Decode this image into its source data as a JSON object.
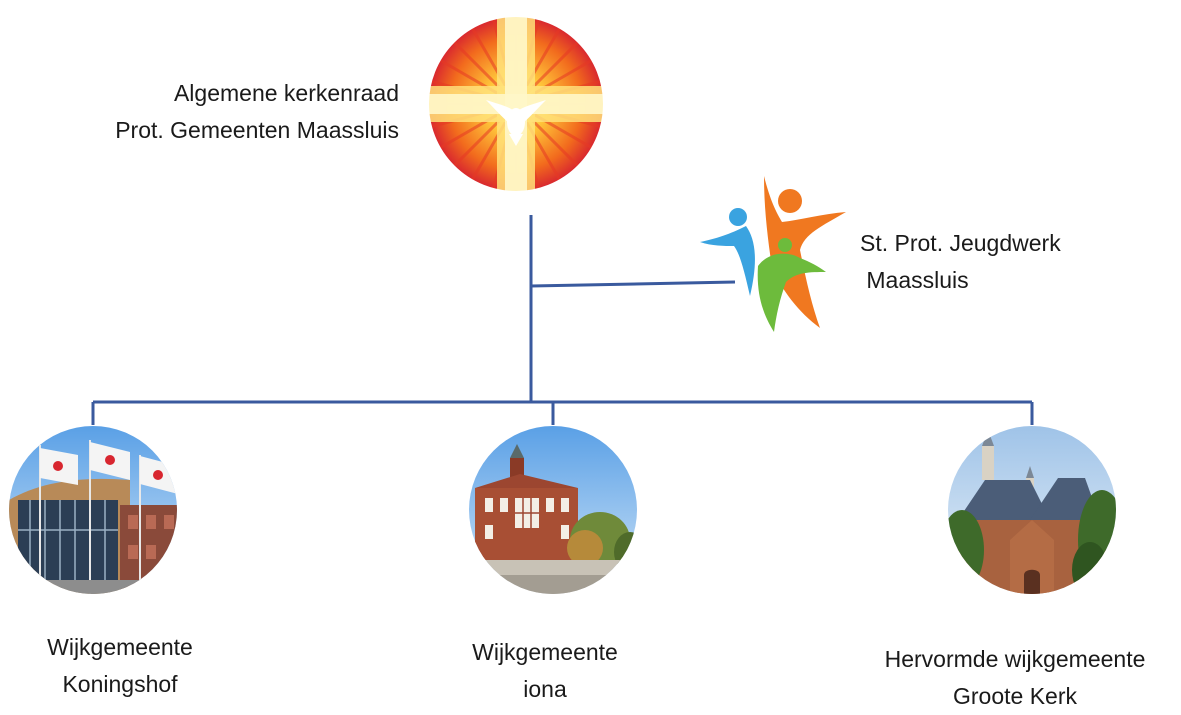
{
  "root": {
    "line1": "Algemene kerkenraad",
    "line2": "Prot. Gemeenten Maassluis",
    "icon": "dove-cross-emblem-icon"
  },
  "side": {
    "line1": "St. Prot. Jeugdwerk",
    "line2": " Maassluis",
    "icon": "youth-figures-logo-icon"
  },
  "children": [
    {
      "line1": "Wijkgemeente",
      "line2": "Koningshof",
      "icon": "koningshof-building-photo"
    },
    {
      "line1": "Wijkgemeente",
      "line2": "iona",
      "icon": "iona-church-photo"
    },
    {
      "line1": "Hervormde wijkgemeente",
      "line2": "Groote Kerk",
      "icon": "groote-kerk-photo"
    }
  ],
  "colors": {
    "connector": "#3a5a9e",
    "emblem_orange": "#f26b1d",
    "emblem_red": "#d8262f",
    "emblem_yellow": "#ffd23a",
    "youth_blue": "#3aa3e0",
    "youth_orange": "#f07820",
    "youth_green": "#6dbb3c"
  }
}
